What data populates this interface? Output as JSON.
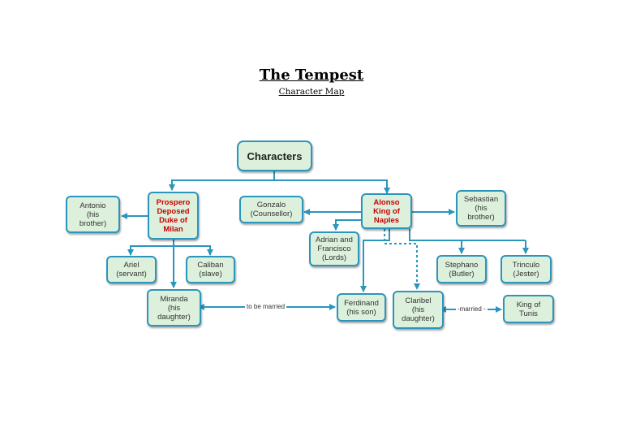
{
  "document": {
    "title": "The Tempest",
    "subtitle": "Character Map"
  },
  "colors": {
    "node_fill": "#dcf0dc",
    "node_border": "#2b95bc",
    "edge": "#2b95bc",
    "highlight_text": "#cc0000"
  },
  "nodes": {
    "characters": "Characters",
    "prospero": "Prospero\nDeposed\nDuke of\nMilan",
    "antonio": "Antonio\n(his\nbrother)",
    "ariel": "Ariel\n(servant)",
    "caliban": "Caliban\n(slave)",
    "miranda": "Miranda\n(his\ndaughter)",
    "gonzalo": "Gonzalo\n(Counsellor)",
    "alonso": "Alonso\nKing of\nNaples",
    "sebastian": "Sebastian\n(his\nbrother)",
    "adrian_francisco": "Adrian and\nFrancisco\n(Lords)",
    "stephano": "Stephano\n(Butler)",
    "trinculo": "Trinculo\n(Jester)",
    "ferdinand": "Ferdinand\n(his son)",
    "claribel": "Claribel\n(his\ndaughter)",
    "king_of_tunis": "King of\nTunis"
  },
  "edge_labels": {
    "to_be_married": "to be married",
    "married": "-married -"
  }
}
